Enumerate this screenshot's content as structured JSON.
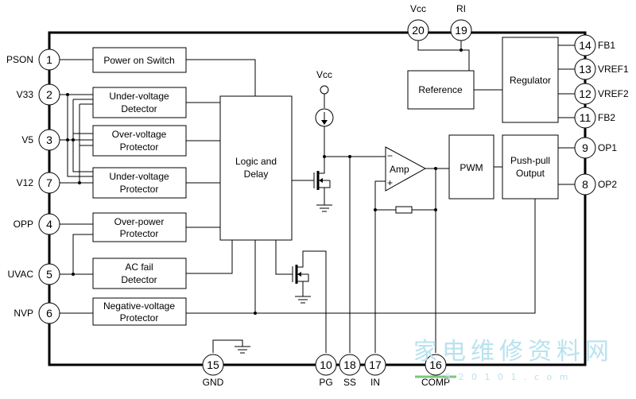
{
  "pins": [
    {
      "num": "1",
      "label": "PSON"
    },
    {
      "num": "2",
      "label": "V33"
    },
    {
      "num": "3",
      "label": "V5"
    },
    {
      "num": "7",
      "label": "V12"
    },
    {
      "num": "4",
      "label": "OPP"
    },
    {
      "num": "5",
      "label": "UVAC"
    },
    {
      "num": "6",
      "label": "NVP"
    },
    {
      "num": "15",
      "label": "GND"
    },
    {
      "num": "10",
      "label": "PG"
    },
    {
      "num": "18",
      "label": "SS"
    },
    {
      "num": "17",
      "label": "IN"
    },
    {
      "num": "16",
      "label": "COMP"
    },
    {
      "num": "20",
      "label": "Vcc"
    },
    {
      "num": "19",
      "label": "RI"
    },
    {
      "num": "14",
      "label": "FB1"
    },
    {
      "num": "13",
      "label": "VREF1"
    },
    {
      "num": "12",
      "label": "VREF2"
    },
    {
      "num": "11",
      "label": "FB2"
    },
    {
      "num": "9",
      "label": "OP1"
    },
    {
      "num": "8",
      "label": "OP2"
    }
  ],
  "blocks": {
    "power_on_switch": "Power on Switch",
    "uv_detector_1": "Under-voltage",
    "uv_detector_2": "Detector",
    "ov_protector_1": "Over-voltage",
    "ov_protector_2": "Protector",
    "uv_protector_1": "Under-voltage",
    "uv_protector_2": "Protector",
    "op_protector_1": "Over-power",
    "op_protector_2": "Protector",
    "acfail_1": "AC fail",
    "acfail_2": "Detector",
    "nv_protector_1": "Negative-voltage",
    "nv_protector_2": "Protector",
    "logic_1": "Logic and",
    "logic_2": "Delay",
    "reference": "Reference",
    "regulator": "Regulator",
    "pwm": "PWM",
    "pushpull_1": "Push-pull",
    "pushpull_2": "Output",
    "amp": "Amp",
    "amp_minus": "−",
    "amp_plus": "+",
    "vcc_source": "Vcc"
  },
  "watermark": {
    "text": "家电维修资料网",
    "url": "5 2 0 1 0 1 . c o m"
  }
}
